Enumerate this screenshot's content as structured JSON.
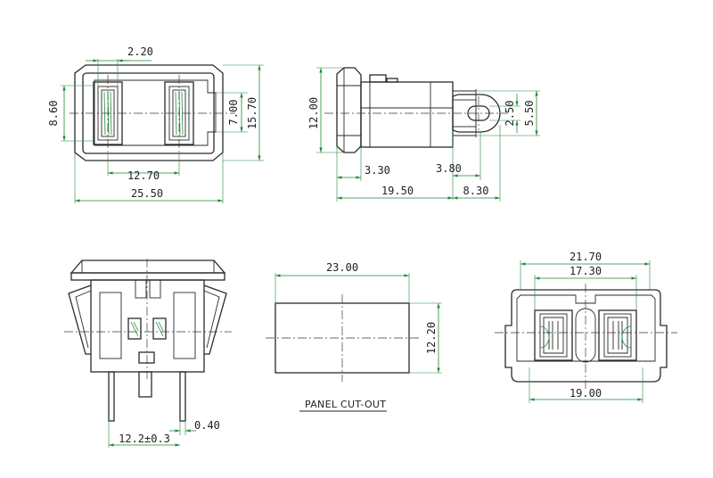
{
  "top_view": {
    "dim_pin_width": "2.20",
    "dim_pin_height": "8.60",
    "dim_inner_height": "7.00",
    "dim_outer_height": "15.70",
    "dim_pin_spacing": "12.70",
    "dim_overall_width": "25.50"
  },
  "side_view": {
    "dim_height": "12.00",
    "dim_hole": "2.50",
    "dim_tab": "5.50",
    "dim_flange": "3.30",
    "dim_step": "3.80",
    "dim_body_length": "19.50",
    "dim_tab_length": "8.30"
  },
  "front_view": {
    "dim_thickness": "0.40",
    "dim_terminal_spacing": "12.2±0.3"
  },
  "cutout_view": {
    "dim_width": "23.00",
    "dim_height": "12.20",
    "caption": "PANEL CUT-OUT"
  },
  "rear_view": {
    "dim_overall": "21.70",
    "dim_inner": "17.30",
    "dim_bottom": "19.00"
  }
}
